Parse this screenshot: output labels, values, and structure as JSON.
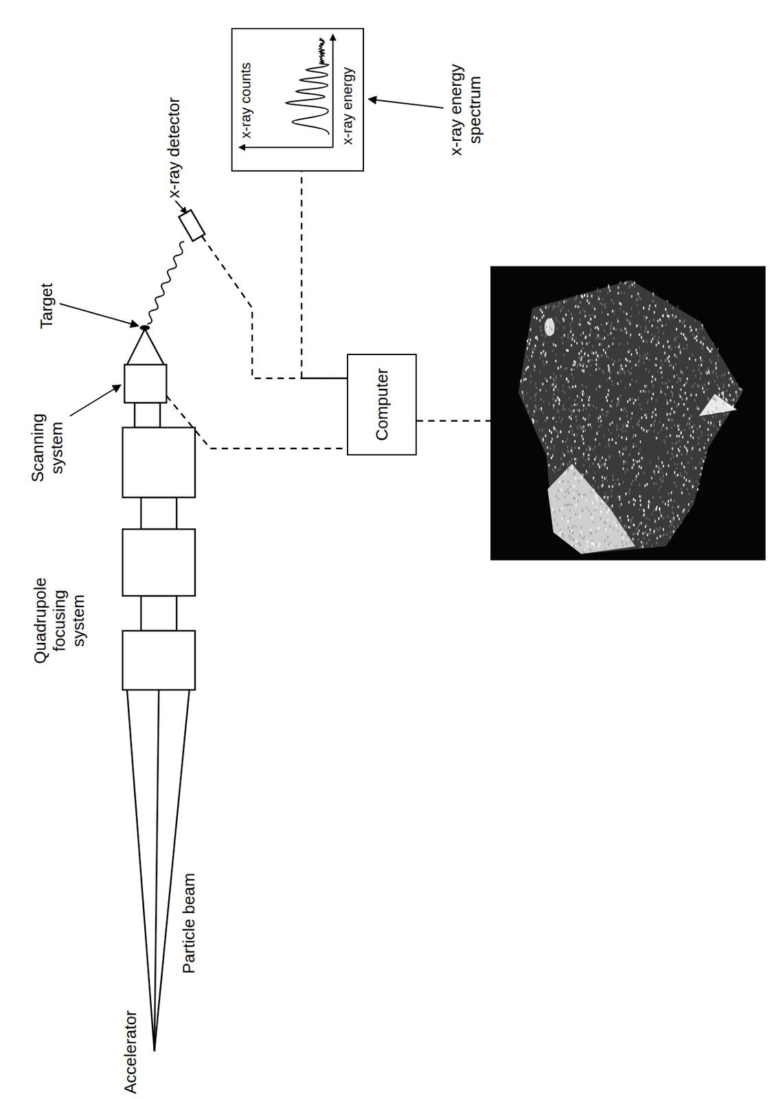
{
  "diagram": {
    "nodes": [
      {
        "text": [
          "Computer"
        ]
      },
      {
        "text": [
          "x-ray counts",
          "x-ray energy"
        ]
      }
    ],
    "edges": [
      {
        "from": 0,
        "to": 1,
        "arrow": "none"
      }
    ],
    "labels": [
      "Accelerator",
      "Particle beam",
      "Quadrupole focusing system",
      "Scanning system",
      "Target",
      "x-ray detector",
      "x-ray energy spectrum"
    ]
  }
}
